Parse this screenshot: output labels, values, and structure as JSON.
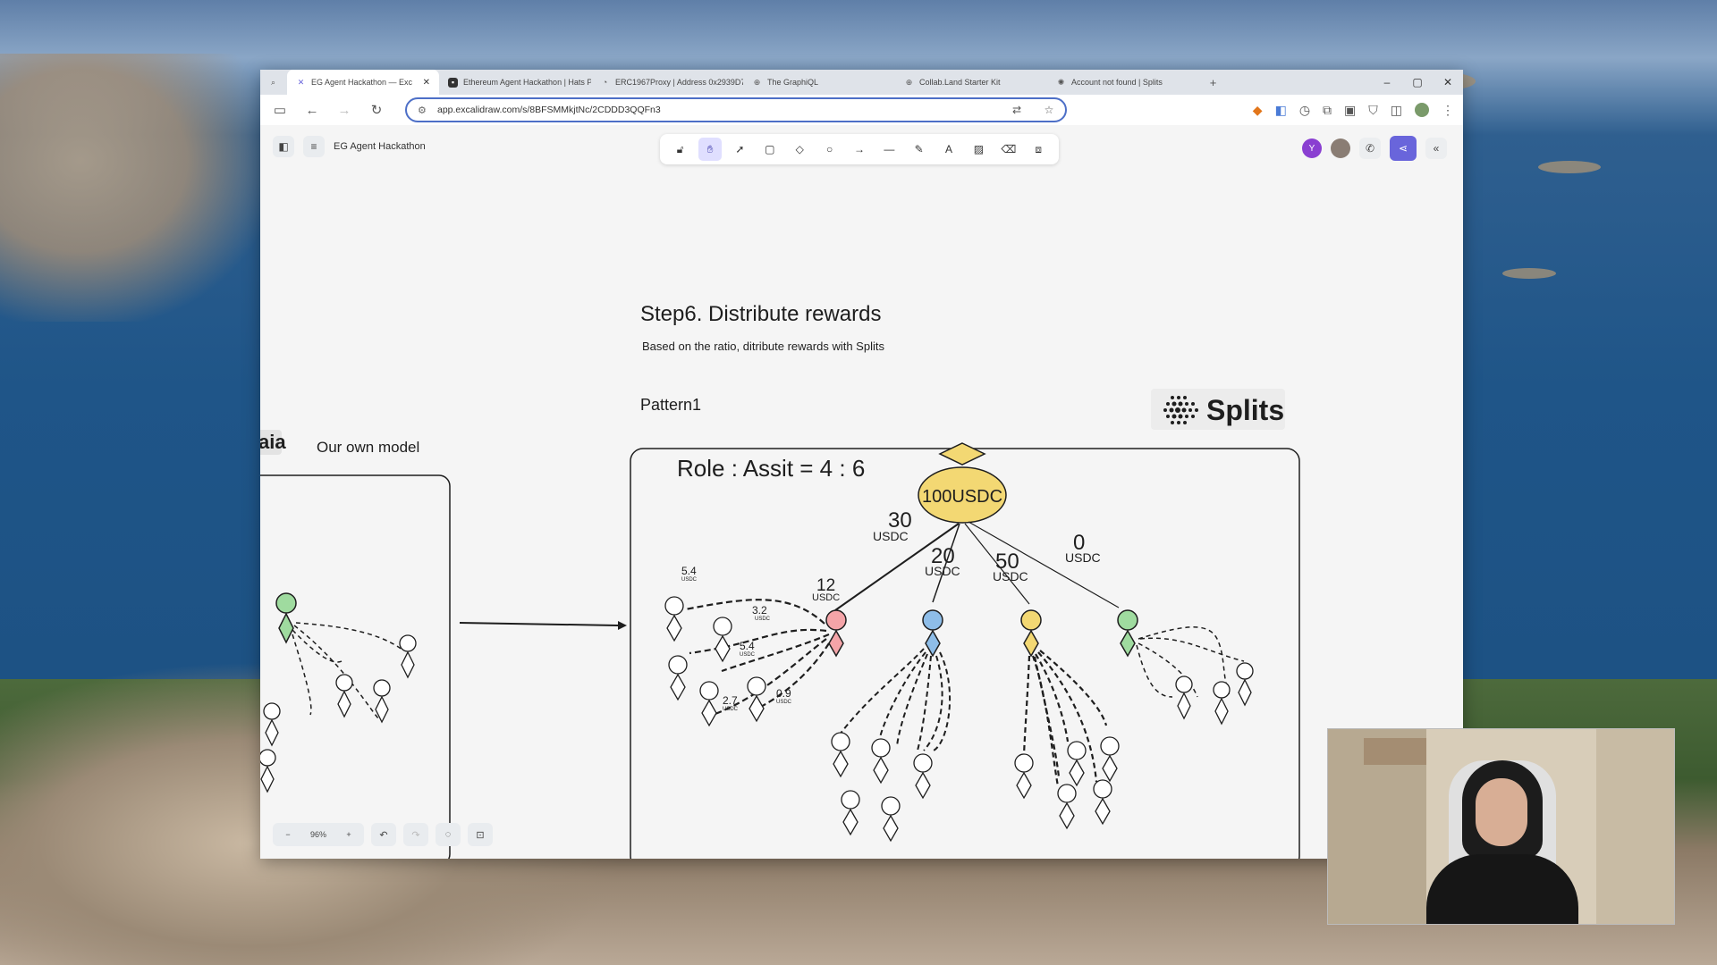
{
  "tabs": [
    {
      "label": "EG Agent Hackathon — Exc",
      "active": true
    },
    {
      "label": "Ethereum Agent Hackathon | Hats P"
    },
    {
      "label": "ERC1967Proxy | Address 0x2939D7"
    },
    {
      "label": "The GraphiQL"
    },
    {
      "label": "Collab.Land Starter Kit"
    },
    {
      "label": "Account not found | Splits"
    }
  ],
  "url": "app.excalidraw.com/s/8BFSMMkjtNc/2CDDD3QQFn3",
  "file_title": "EG Agent Hackathon",
  "zoom": "96%",
  "avatar_initial": "Y",
  "drawing": {
    "heading": "Step6. Distribute rewards",
    "subheading": "Based on the ratio, ditribute rewards with Splits",
    "logo_left": "aia",
    "own_model": "Our own model",
    "pattern": "Pattern1",
    "splits": "Splits",
    "ratio": "Role : Assit = 4 : 6",
    "pool": "100USDC",
    "unit": "USDC",
    "branch_values": [
      "30",
      "20",
      "50",
      "0"
    ],
    "sub_values": [
      "12",
      "5.4",
      "3.2",
      "5.4",
      "2.7",
      "0.9"
    ]
  },
  "colors": {
    "accent": "#6965db",
    "pink": "#f4a4a8",
    "blue": "#8ebde8",
    "yellow": "#f3d873",
    "green": "#9fdb9f"
  }
}
